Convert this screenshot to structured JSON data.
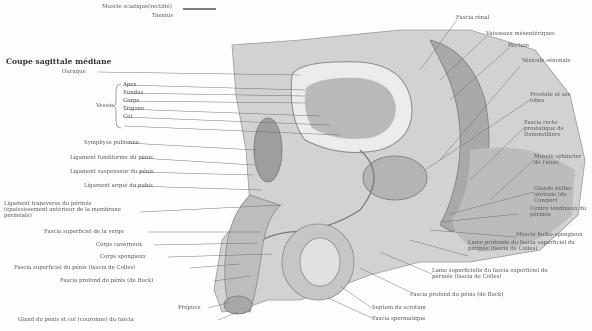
{
  "title": "Coupe sagittale médiane",
  "top": [
    "Muscle sciatique(rectifié)",
    "Taenius"
  ],
  "left": [
    "Ouraque",
    "Apex",
    "Fundus",
    "Corps",
    "Trigone",
    "Col",
    "Symphyse pubienne",
    "Ligament fundiforme du pénis",
    "Ligament suspenseur du pénis",
    "Ligament arqué du pubis",
    "Ligament transverse du périnée (épaississement antérieur de la membrane périnéale)",
    "Fascia superficiel de la verge",
    "Corps caverneux",
    "Corps spongieux",
    "Fascia superficiel du pénis (fascia de Colles)",
    "Fascia profond du pénis (de Buck)",
    "Prépuce",
    "Gland du pénis et col (couronne) du fascia"
  ],
  "vessie": "Vessie",
  "right": [
    "Fascia rénal",
    "Vaisseaux mésentériques",
    "Rectum",
    "Vésicule séminale",
    "Prostate et ses lobes",
    "Fascia recto-prostatique de Denonvilliers",
    "Muscle sphincter de l'anus",
    "Glande bulbo-urétrale (de Cowper)",
    "Centre tendineux du périnée",
    "Muscle bulbo-spongieux",
    "Lame profonde du fascia superficiel du périnée (fascia de Colles)",
    "Lame superficielle du fascia superficiel du périnée (fascia de Colles)",
    "Fascia profond du pénis (de Buck)",
    "Septum du scrotum",
    "Fascia spermatique"
  ],
  "colors": {
    "tissue": "#c9c9c9",
    "dark": "#8d8d8d",
    "light": "#e2e2e2",
    "ink": "#666666"
  }
}
